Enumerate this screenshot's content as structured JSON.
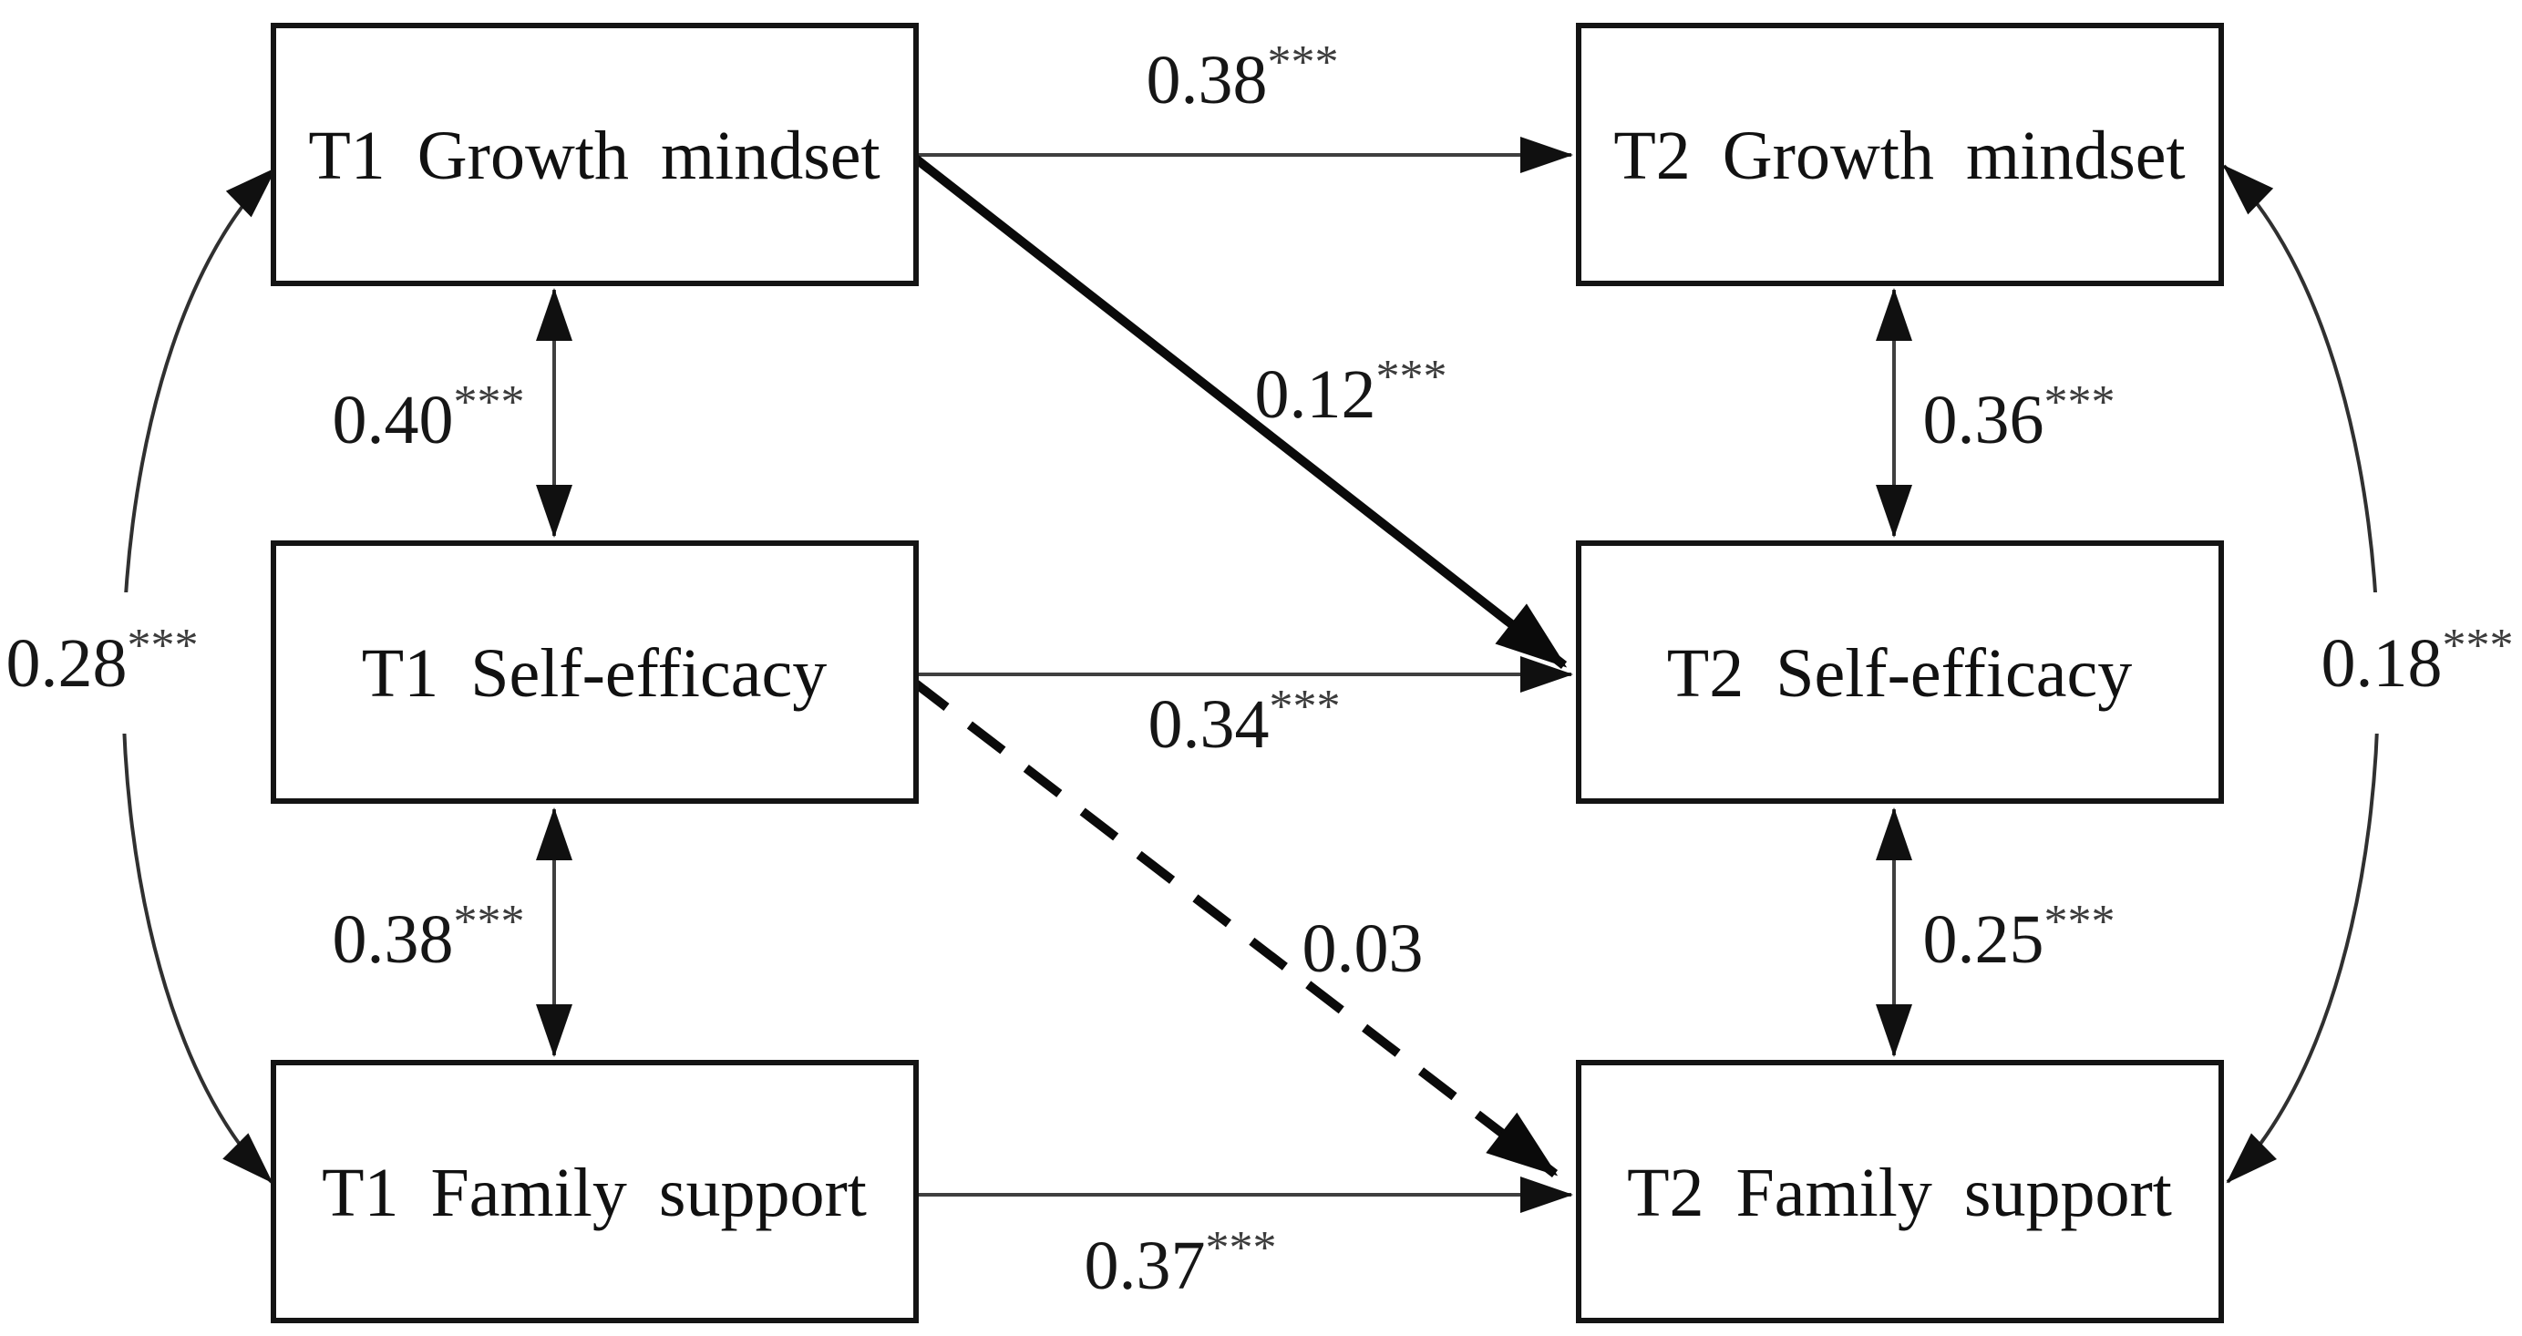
{
  "figure": {
    "type": "cross-lagged-panel-path-diagram",
    "boxes": {
      "t1_growth": "T1 Growth mindset",
      "t1_self": "T1 Self-efficacy",
      "t1_family": "T1 Family support",
      "t2_growth": "T2 Growth mindset",
      "t2_self": "T2 Self-efficacy",
      "t2_family": "T2 Family support"
    },
    "coefficients": {
      "gm_autoregressive": {
        "value": "0.38",
        "stars": "***",
        "from": "T1 Growth mindset",
        "to": "T2 Growth mindset",
        "style": "solid-thin"
      },
      "se_autoregressive": {
        "value": "0.34",
        "stars": "***",
        "from": "T1 Self-efficacy",
        "to": "T2 Self-efficacy",
        "style": "solid-thin"
      },
      "fs_autoregressive": {
        "value": "0.37",
        "stars": "***",
        "from": "T1 Family support",
        "to": "T2 Family support",
        "style": "solid-thin"
      },
      "gm_to_se_cross": {
        "value": "0.12",
        "stars": "***",
        "from": "T1 Growth mindset",
        "to": "T2 Self-efficacy",
        "style": "solid-bold"
      },
      "se_to_fs_cross": {
        "value": "0.03",
        "stars": "",
        "from": "T1 Self-efficacy",
        "to": "T2 Family support",
        "style": "dashed"
      },
      "t1_gm_se_cov": {
        "value": "0.40",
        "stars": "***",
        "between": "T1 Growth mindset & T1 Self-efficacy",
        "style": "double-arrow"
      },
      "t1_se_fs_cov": {
        "value": "0.38",
        "stars": "***",
        "between": "T1 Self-efficacy & T1 Family support",
        "style": "double-arrow"
      },
      "t2_gm_se_cov": {
        "value": "0.36",
        "stars": "***",
        "between": "T2 Growth mindset & T2 Self-efficacy",
        "style": "double-arrow"
      },
      "t2_se_fs_cov": {
        "value": "0.25",
        "stars": "***",
        "between": "T2 Self-efficacy & T2 Family support",
        "style": "double-arrow"
      },
      "t1_gm_fs_cov": {
        "value": "0.28",
        "stars": "***",
        "between": "T1 Growth mindset & T1 Family support",
        "style": "curved-double-arrow"
      },
      "t2_gm_fs_cov": {
        "value": "0.18",
        "stars": "***",
        "between": "T2 Growth mindset & T2 Family support",
        "style": "curved-double-arrow"
      }
    },
    "colors": {
      "background": "#ffffff",
      "box_stroke": "#141414",
      "thin_line": "#3f3f3f",
      "bold_line": "#0a0a0a",
      "text": "#111111"
    }
  }
}
